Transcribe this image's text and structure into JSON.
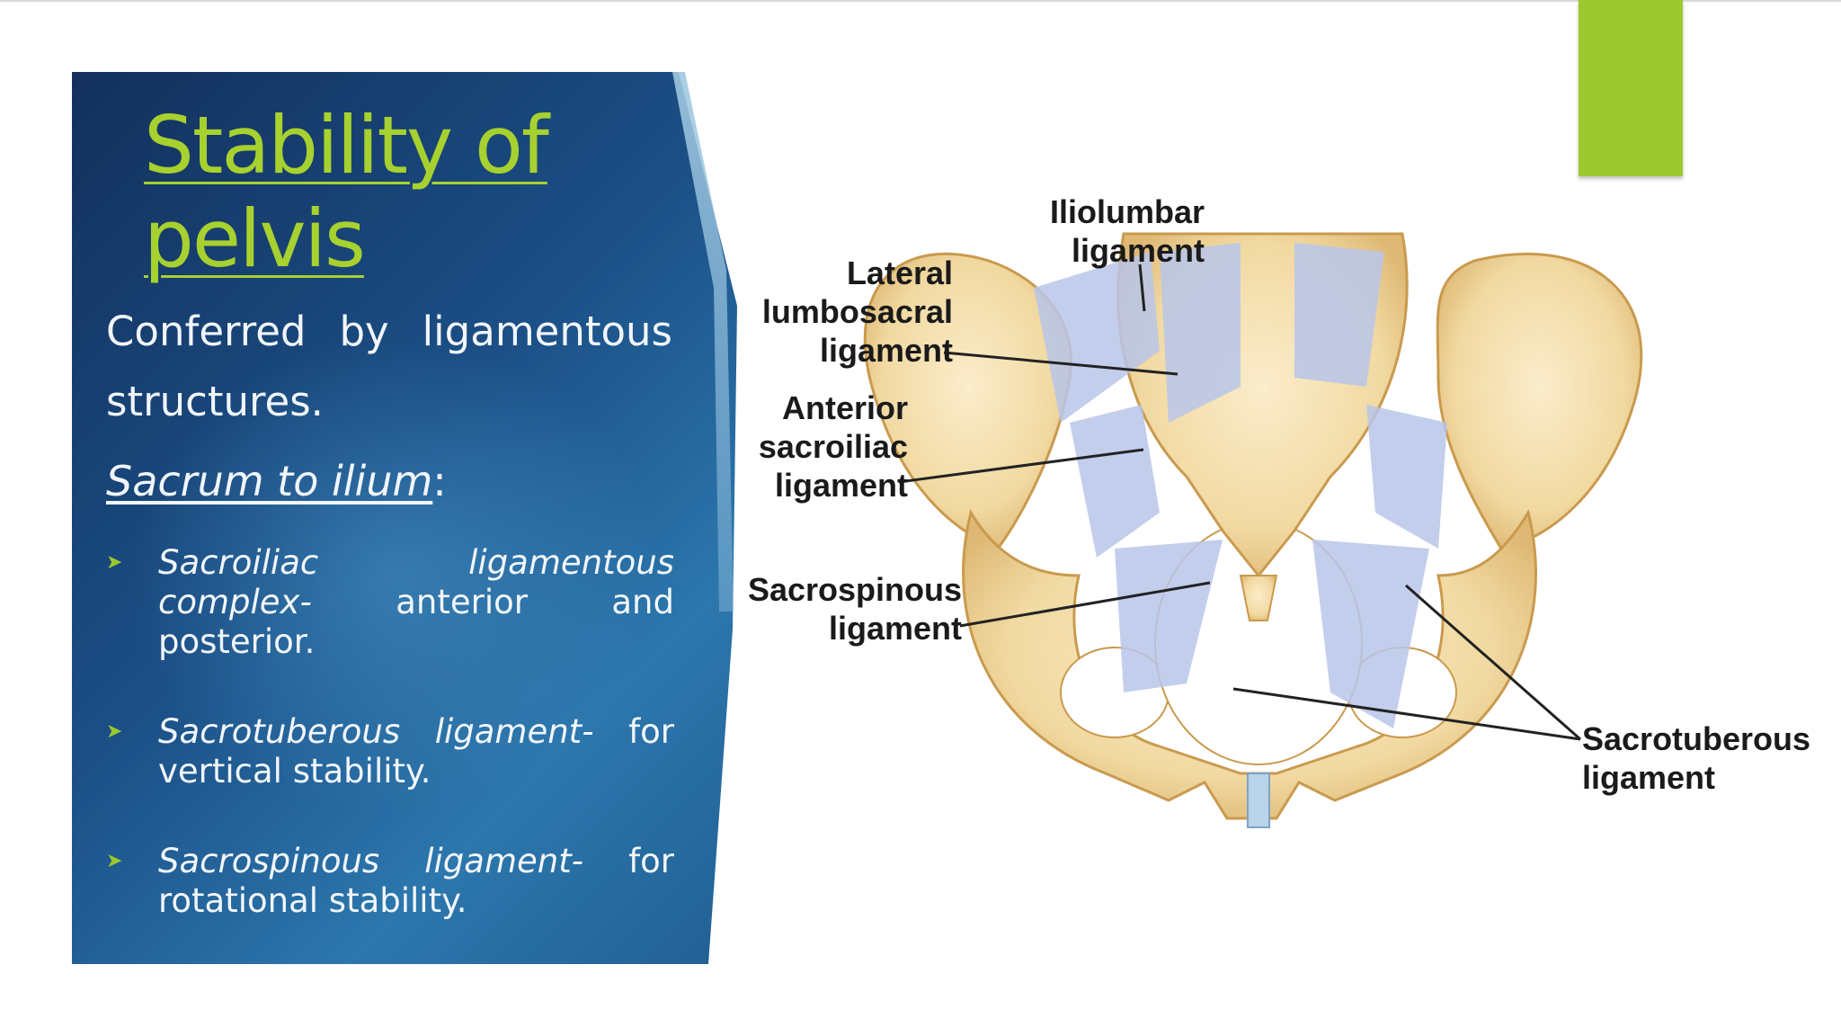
{
  "slide": {
    "title_line1": "Stability of",
    "title_line2": "pelvis",
    "intro": "Conferred by ligamentous structures.",
    "sub_heading": "Sacrum to ilium",
    "sub_heading_suffix": ":",
    "bullets": [
      {
        "lead": "Sacroiliac ligamentous complex-",
        "rest": " anterior and posterior."
      },
      {
        "lead": "Sacrotuberous ligament-",
        "rest": " for vertical stability."
      },
      {
        "lead": "Sacrospinous ligament-",
        "rest": " for rotational stability."
      }
    ],
    "bullet_icon": "arrow-bullet-icon"
  },
  "diagram": {
    "labels": {
      "iliolumbar_1": "Iliolumbar",
      "iliolumbar_2": "ligament",
      "lateral_1": "Lateral",
      "lateral_2": "lumbosacral",
      "lateral_3": "ligament",
      "anterior_1": "Anterior",
      "anterior_2": "sacroiliac",
      "anterior_3": "ligament",
      "sacrospinous_1": "Sacrospinous",
      "sacrospinous_2": "ligament",
      "sacrotuberous_1": "Sacrotuberous",
      "sacrotuberous_2": "ligament"
    }
  },
  "colors": {
    "title": "#a7d12e",
    "accent": "#9bc92e",
    "panel": "#1b4f86",
    "bone": "#f1d9a1",
    "ligament": "#b8c6ea"
  }
}
